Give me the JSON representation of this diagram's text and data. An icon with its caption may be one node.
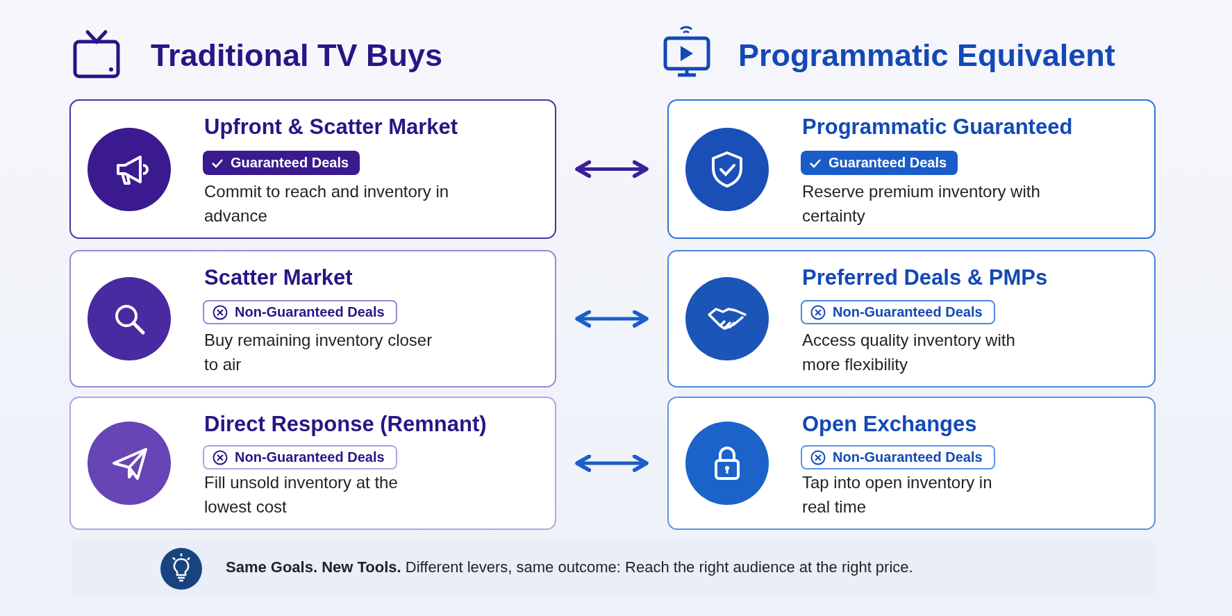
{
  "diagram": {
    "nodes": [
      {
        "text": [
          "Upfront & Scatter Market",
          "Commit to reach and inventory in advance"
        ]
      },
      {
        "text": [
          "Guaranteed Deals"
        ],
        "in": 0
      },
      {
        "text": [
          "Programmatic Guaranteed",
          "Reserve premium inventory with certainty"
        ]
      },
      {
        "text": [
          "Guaranteed Deals"
        ],
        "in": 2
      },
      {
        "text": [
          "Scatter Market",
          "Buy remaining inventory closer to air"
        ]
      },
      {
        "text": [
          "Non-Guaranteed Deals"
        ],
        "in": 4
      },
      {
        "text": [
          "Preferred Deals & PMPs",
          "Access quality inventory with more flexibility"
        ]
      },
      {
        "text": [
          "Non-Guaranteed Deals"
        ],
        "in": 6
      },
      {
        "text": [
          "Direct Response (Remnant)",
          "Fill unsold inventory at the lowest cost"
        ]
      },
      {
        "text": [
          "Non-Guaranteed Deals"
        ],
        "in": 8
      },
      {
        "text": [
          "Open Exchanges",
          "Tap into open inventory in real time"
        ]
      },
      {
        "text": [
          "Non-Guaranteed Deals"
        ],
        "in": 10
      },
      {
        "text": [
          "**Same Goals. New Tools.** Different levers, same outcome: Reach the right audience at the right price."
        ]
      }
    ],
    "edges": [
      {
        "from": 0,
        "to": 2,
        "arrow": "both",
        "color": "#3b2196"
      },
      {
        "from": 4,
        "to": 6,
        "arrow": "both"
      },
      {
        "from": 8,
        "to": 10,
        "arrow": "both"
      }
    ],
    "labels": [
      "Traditional TV Buys",
      "Programmatic Equivalent"
    ]
  }
}
